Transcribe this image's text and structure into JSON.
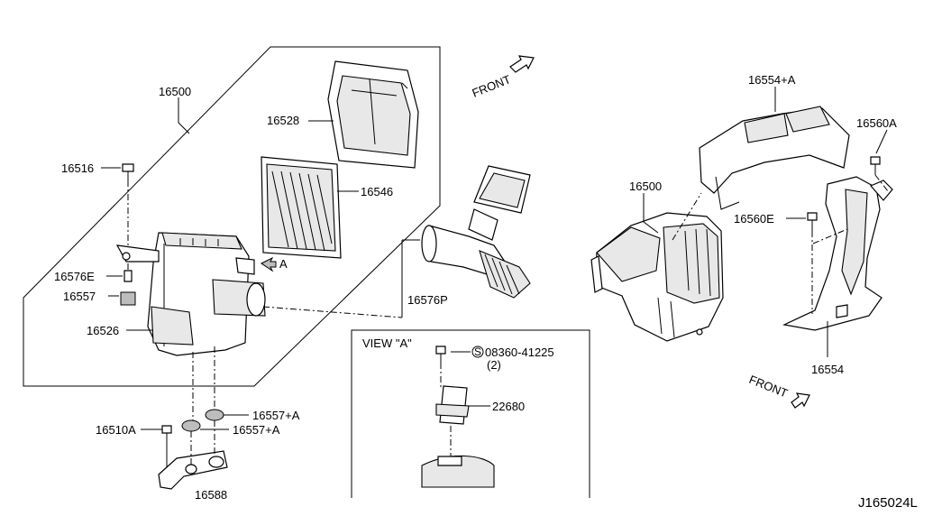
{
  "left_group": {
    "p16500": "16500",
    "p16516": "16516",
    "p16576E": "16576E",
    "p16557": "16557",
    "p16526": "16526",
    "p16528": "16528",
    "p16546": "16546",
    "p16576P": "16576P",
    "pA_arrow": "A",
    "p16510A": "16510A",
    "p16557A_1": "16557+A",
    "p16557A_2": "16557+A",
    "p16588": "16588"
  },
  "view_a": {
    "title": "VIEW \"A\"",
    "screw_symbol": "S",
    "screw": "08360-41225",
    "screw_qty": "(2)",
    "p22680": "22680"
  },
  "right_group": {
    "p16554A": "16554+A",
    "p16560A": "16560A",
    "p16500": "16500",
    "p16560E": "16560E",
    "p16554": "16554"
  },
  "front_top": "FRONT",
  "front_bottom": "FRONT",
  "ref_code": "J165024L"
}
